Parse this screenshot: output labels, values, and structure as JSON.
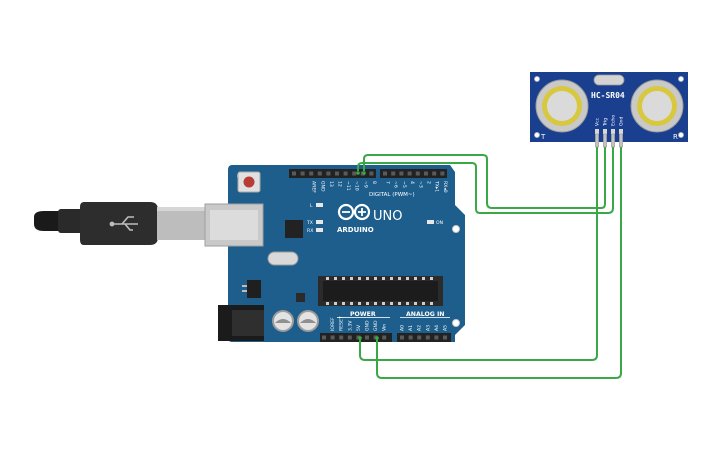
{
  "colors": {
    "background": "#ffffff",
    "board": "#1d5e8d",
    "board_dark": "#164a70",
    "header": "#222222",
    "wire": "#39a845",
    "sensor_board": "#1b3f8f",
    "transducer_gold": "#d8c840"
  },
  "arduino": {
    "brand": "ARDUINO",
    "model": "UNO",
    "digital_header": "DIGITAL (PWM~)",
    "power_header": "POWER",
    "analog_header": "ANALOG IN",
    "on_label": "ON",
    "led_l": "L",
    "led_tx": "TX",
    "led_rx": "RX",
    "digital_pins": [
      "AREF",
      "GND",
      "13",
      "12",
      "~11",
      "~10",
      "~9",
      "8",
      "7",
      "~6",
      "~5",
      "4",
      "~3",
      "2",
      "TX▸1",
      "RX◂0"
    ],
    "power_pins": [
      "IOREF",
      "RESET",
      "3.3V",
      "5V",
      "GND",
      "GND",
      "Vin"
    ],
    "analog_pins": [
      "A0",
      "A1",
      "A2",
      "A3",
      "A4",
      "A5"
    ]
  },
  "sensor": {
    "model": "HC-SR04",
    "left_label": "T",
    "right_label": "R",
    "pins": [
      "Vcc",
      "Trig",
      "Echo",
      "Gnd"
    ]
  }
}
